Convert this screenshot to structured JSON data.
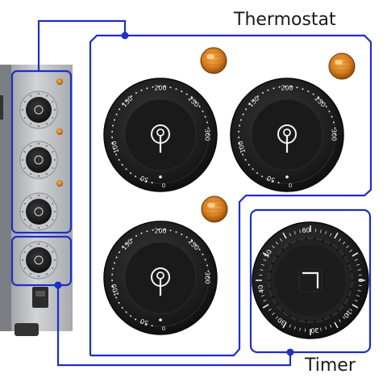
{
  "headings": {
    "thermostat": "Thermostat",
    "timer": "Timer"
  },
  "thermostat_dial": {
    "scale": [
      "50",
      "100",
      "150",
      "200",
      "250",
      "300"
    ],
    "off_mark": "0"
  },
  "timer_dial": {
    "scale": [
      "0",
      "10",
      "20",
      "30",
      "40",
      "50",
      "60"
    ]
  },
  "colors": {
    "connector": "#1f2fc4",
    "knob": "#1c1c1c",
    "indicator_lamp": "#d8801c",
    "oven_body": "#b9bcc0"
  },
  "icons": {
    "thermostat_symbol": "thermometer-icon",
    "timer_symbol": "clock-hand-icon"
  }
}
